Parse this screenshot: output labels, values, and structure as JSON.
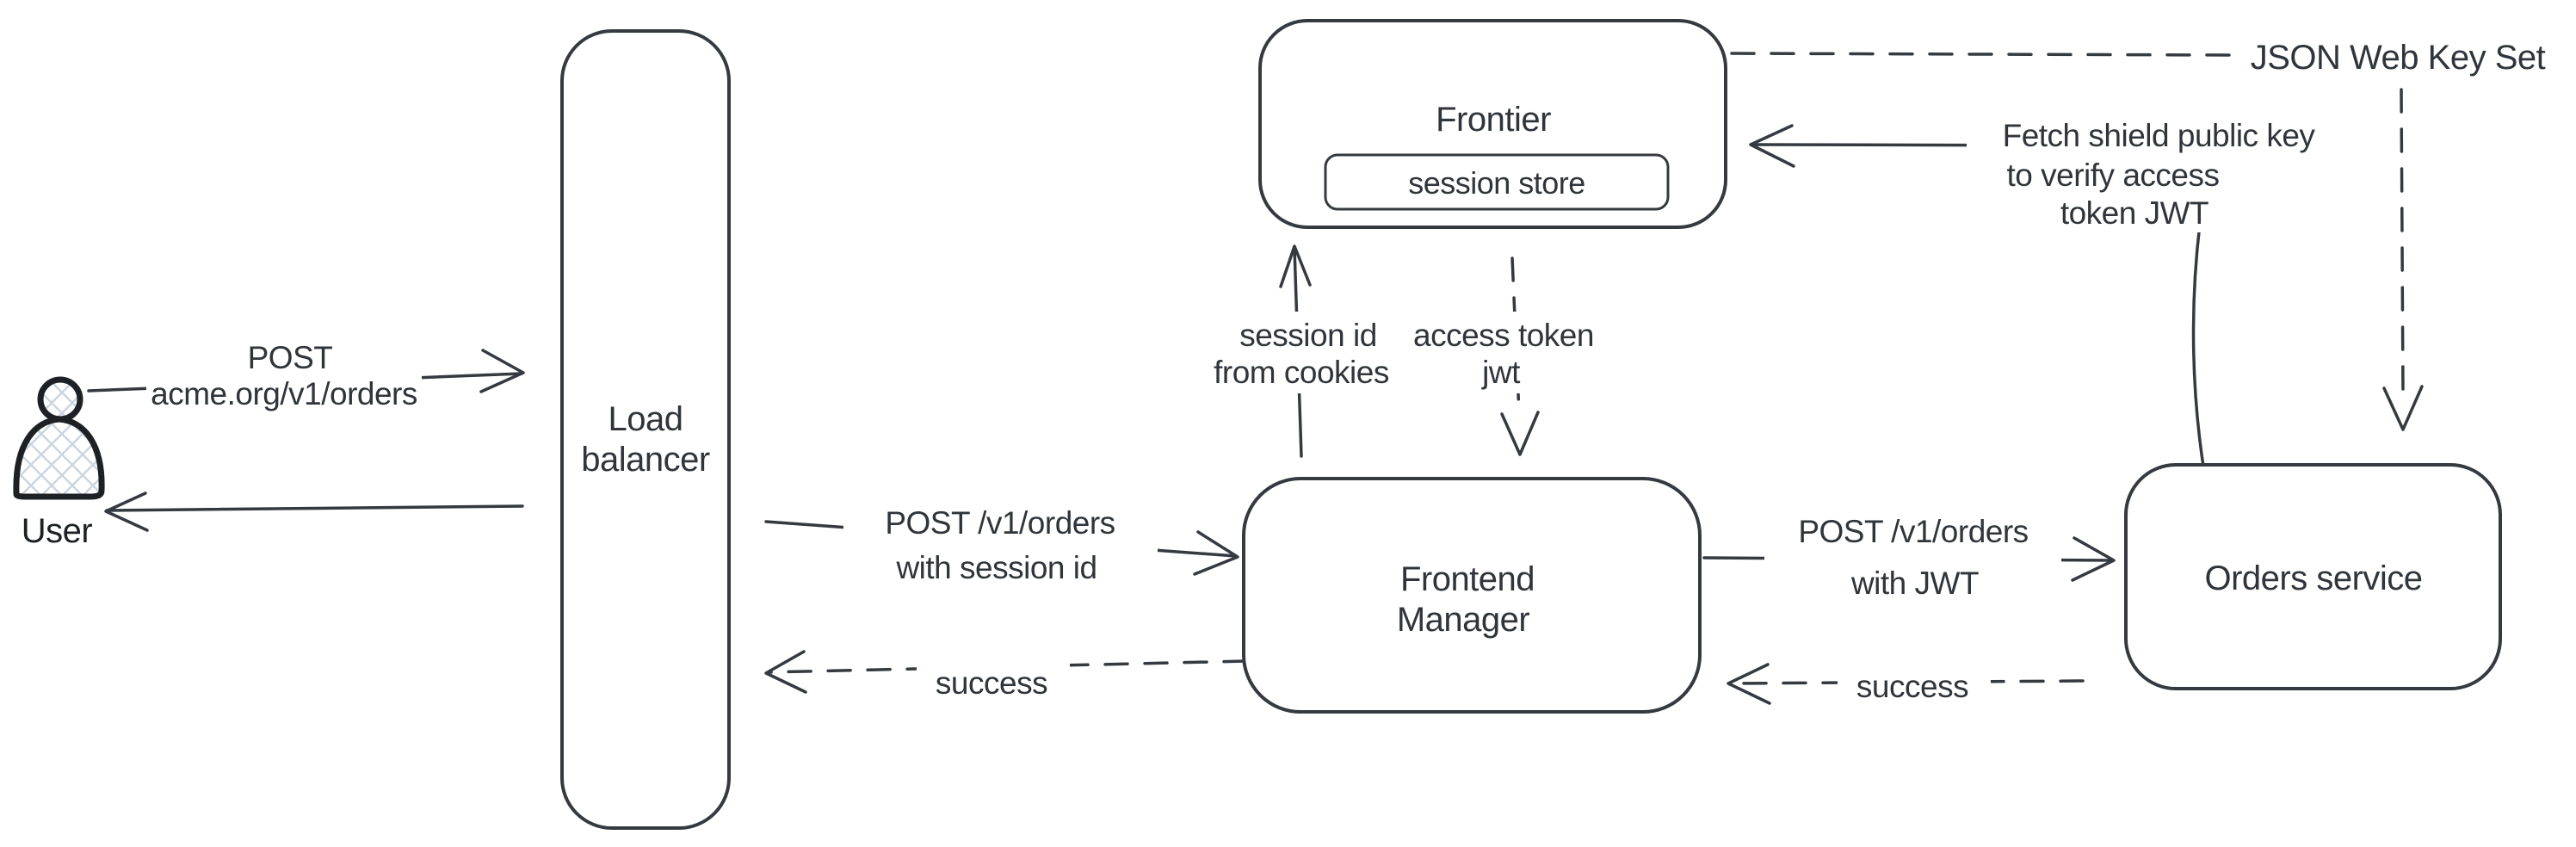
{
  "canvas": {
    "background": "#ffffff",
    "stroke_color": "#343a40",
    "ink_color": "#1d2125",
    "hatch_color": "#ccd6e0"
  },
  "nodes": {
    "user": {
      "icon": "person-icon",
      "label": "User"
    },
    "load_balancer": {
      "lines": [
        "Load",
        "balancer"
      ]
    },
    "frontier": {
      "label": "Frontier"
    },
    "session_store": {
      "label": "session store"
    },
    "frontend_manager": {
      "lines": [
        "Frontend",
        "Manager"
      ]
    },
    "orders_service": {
      "label": "Orders service"
    },
    "json_web_key_set": {
      "label": "JSON Web Key Set"
    }
  },
  "edges": {
    "user_to_load_balancer": {
      "style": "solid",
      "lines": [
        "POST",
        "acme.org/v1/orders"
      ]
    },
    "load_balancer_to_user": {
      "style": "solid",
      "lines": []
    },
    "load_balancer_to_frontend_manager": {
      "style": "solid",
      "lines": [
        "POST /v1/orders",
        "with session id"
      ]
    },
    "frontend_manager_to_load_balancer": {
      "style": "dashed",
      "lines": [
        "success"
      ]
    },
    "frontend_manager_to_frontier": {
      "style": "solid",
      "lines": [
        "session id",
        "from cookies"
      ]
    },
    "frontier_to_frontend_manager": {
      "style": "dashed",
      "lines": [
        "access token",
        "jwt"
      ]
    },
    "frontend_manager_to_orders_service": {
      "style": "solid",
      "lines": [
        "POST /v1/orders",
        "with JWT"
      ]
    },
    "orders_service_to_frontend_manager": {
      "style": "dashed",
      "lines": [
        "success"
      ]
    },
    "orders_service_to_frontier": {
      "style": "solid",
      "lines": [
        "Fetch shield public key",
        "to verify access",
        "token JWT"
      ]
    },
    "frontier_to_json_web_key_set": {
      "style": "dashed",
      "lines": []
    },
    "json_web_key_set_to_orders_service": {
      "style": "dashed",
      "lines": []
    }
  }
}
